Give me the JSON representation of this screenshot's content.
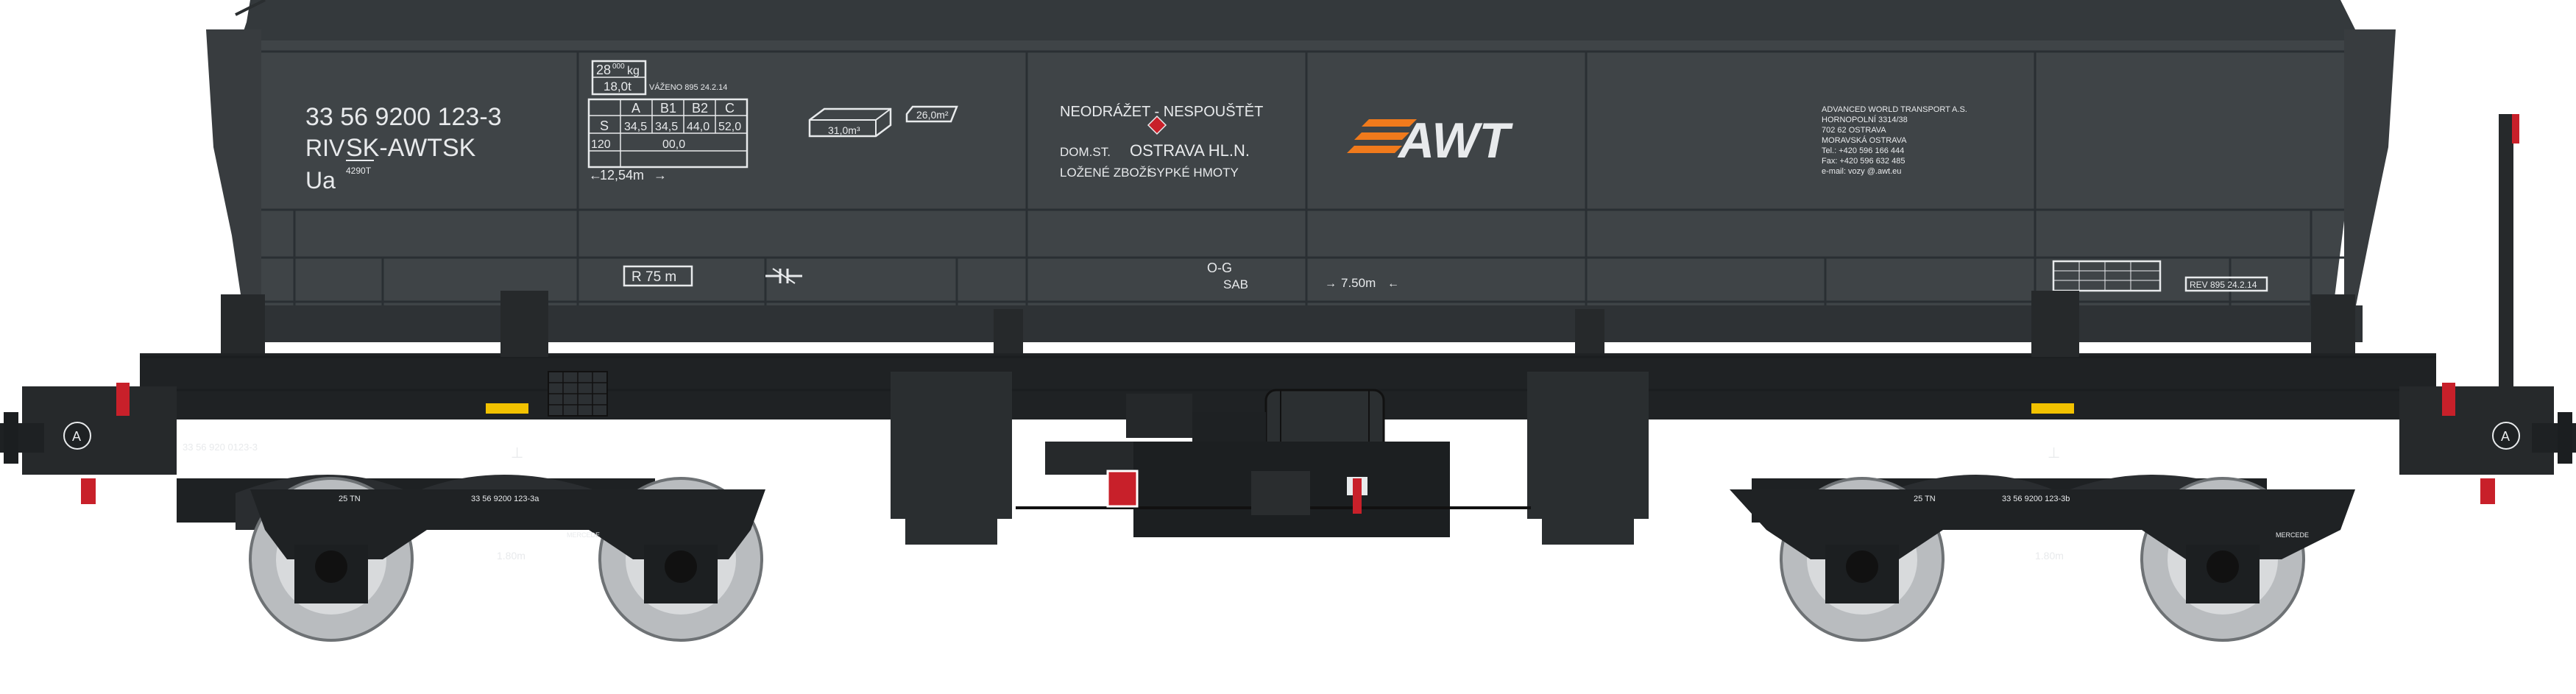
{
  "wagon": {
    "operator_logo_text": "AWT",
    "number": "33 56 9200 123-3",
    "riv": "RIV",
    "country_keeper": "SK-AWTSK",
    "class": "Ua",
    "class_sup": "4290T",
    "tare_top": "28",
    "tare_top_sup": "000",
    "tare_unit": "kg",
    "tare_bottom": "18,0t",
    "weighed": "VÁŽENO 895  24.2.14",
    "load_table": {
      "headers": [
        "A",
        "B1",
        "B2",
        "C"
      ],
      "row_label": "S",
      "row_values": [
        "34,5",
        "34,5",
        "44,0",
        "52,0"
      ],
      "speed": "120",
      "speed_value": "00,0"
    },
    "length": "12,54m",
    "volume": "31,0m³",
    "area": "26,0m²",
    "notice_line1": "NEODRÁŽET - NESPOUŠTĚT",
    "home_station_label": "DOM.ST.",
    "home_station": "OSTRAVA HL.N.",
    "cargo_label": "LOŽENÉ ZBOŽÍ",
    "cargo": "SYPKÉ HMOTY",
    "owner_address": [
      "ADVANCED WORLD TRANSPORT A.S.",
      "HORNOPOLNÍ 3314/38",
      "702 62 OSTRAVA",
      "MORAVSKÁ OSTRAVA",
      "Tel.: +420 596 166 444",
      "Fax: +420 596 632 485",
      "e-mail:  vozy    @.awt.eu"
    ],
    "radius": "R 75 m",
    "brake_mode": "O-G",
    "brake_sab": "SAB",
    "pivot_distance": "7.50m",
    "revision_plate": "REV 895 24.2.14",
    "frame_number": "33 56 920 0123-3",
    "bogie_label_left": "25 TN",
    "bogie_number_left": "33 56 9200 123-3a",
    "bogie_label_right": "25 TN",
    "bogie_number_right": "33 56 9200 123-3b",
    "bogie_wheelbase": "1.80m",
    "bogie_marker": "MERCEDE",
    "end_marker": "A"
  },
  "colors": {
    "body": "#3f4447",
    "body_dark": "#2b2f31",
    "frame": "#1f2224",
    "stencil": "#e8eaec",
    "logo_orange": "#f07a1c",
    "hazard_yellow": "#f2c200",
    "handle_red": "#c8202a",
    "wheel_silver": "#b9bcbf"
  }
}
